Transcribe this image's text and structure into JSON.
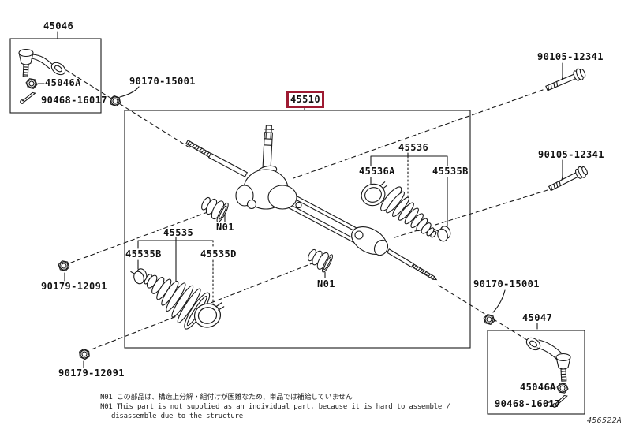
{
  "colors": {
    "background": "#ffffff",
    "line": "#1a1a1a",
    "accent": "#9e1b32",
    "text": "#111111"
  },
  "selected_part": "45510",
  "callouts": [
    {
      "text": "45046"
    },
    {
      "text": "45046A"
    },
    {
      "text": "90468-16017"
    },
    {
      "text": "90170-15001"
    },
    {
      "text": "45510"
    },
    {
      "text": "90105-12341"
    },
    {
      "text": "90105-12341"
    },
    {
      "text": "45536"
    },
    {
      "text": "45536A"
    },
    {
      "text": "45535B"
    },
    {
      "text": "45535"
    },
    {
      "text": "45535B"
    },
    {
      "text": "45535D"
    },
    {
      "text": "N01"
    },
    {
      "text": "N01"
    },
    {
      "text": "90179-12091"
    },
    {
      "text": "90179-12091"
    },
    {
      "text": "90170-15001"
    },
    {
      "text": "45047"
    },
    {
      "text": "45046A"
    },
    {
      "text": "90468-16017"
    }
  ],
  "notes": {
    "ja": "N01 この部品は、構造上分解・組付けが困難なため、単品では補給していません",
    "en_line1": "N01 This part is not supplied as an individual part, because it is hard to assemble /",
    "en_line2": "disassemble due to the structure"
  },
  "diagram_code": "456522A"
}
